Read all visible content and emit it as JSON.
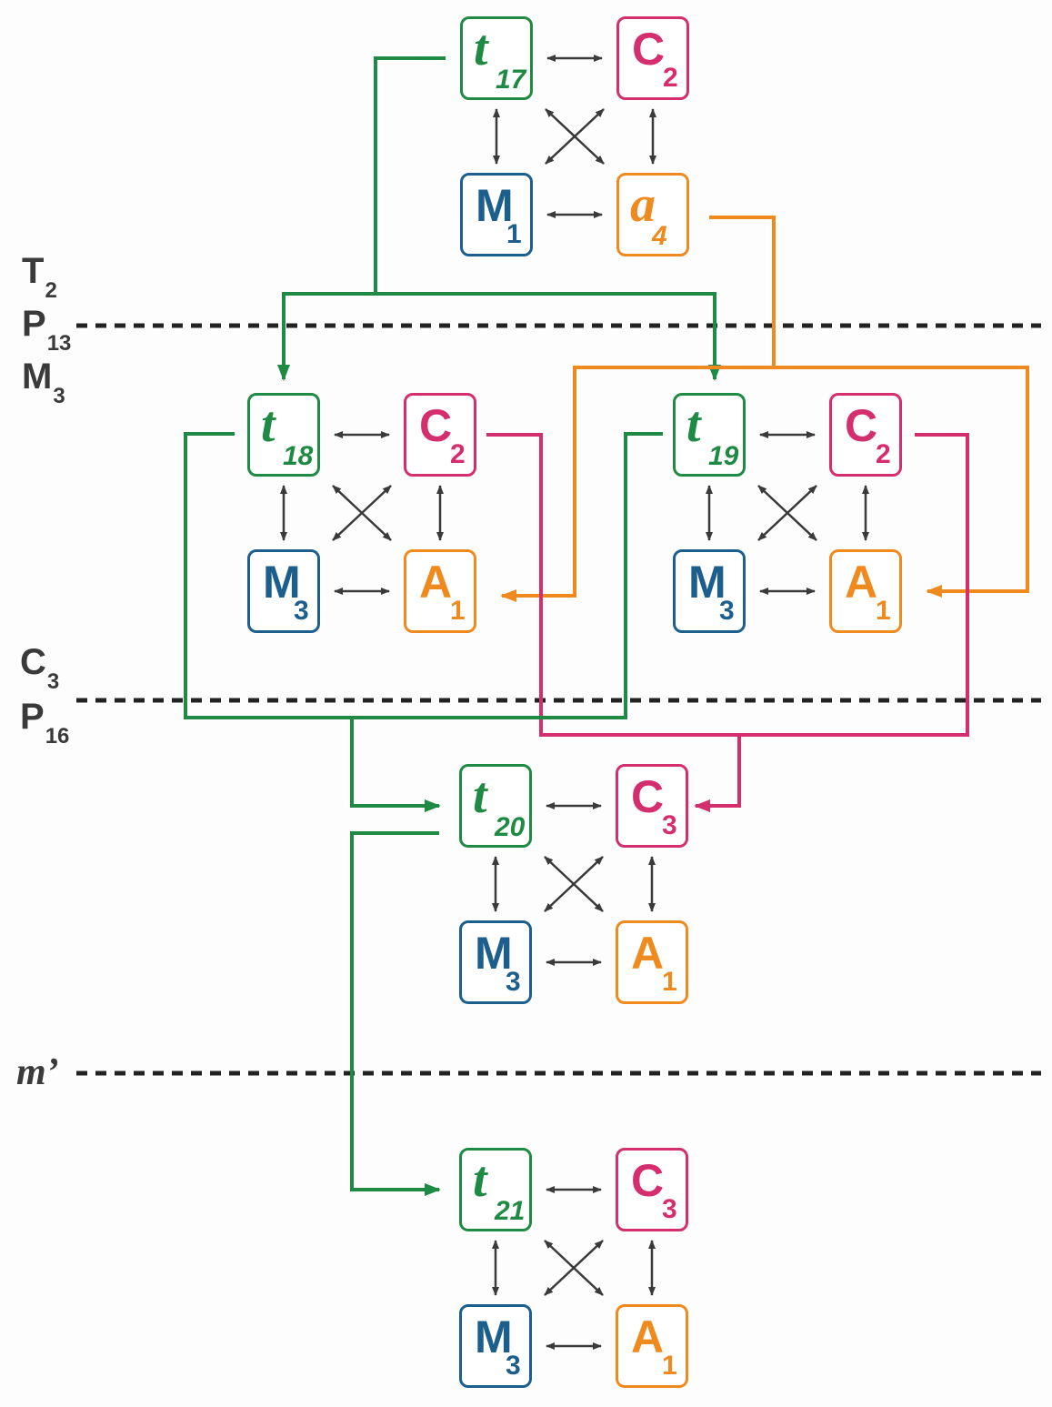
{
  "side_labels": [
    {
      "main": "T",
      "sub": "2"
    },
    {
      "main": "P",
      "sub": "13"
    },
    {
      "main": "M",
      "sub": "3"
    },
    {
      "main": "C",
      "sub": "3"
    },
    {
      "main": "P",
      "sub": "16"
    },
    {
      "main": "m’",
      "sub": ""
    }
  ],
  "groups": [
    {
      "id": "g17",
      "nodes": {
        "tl": {
          "main": "t",
          "sub": "17"
        },
        "tr": {
          "main": "C",
          "sub": "2"
        },
        "bl": {
          "main": "M",
          "sub": "1"
        },
        "br": {
          "main": "a",
          "sub": "4"
        }
      }
    },
    {
      "id": "g18",
      "nodes": {
        "tl": {
          "main": "t",
          "sub": "18"
        },
        "tr": {
          "main": "C",
          "sub": "2"
        },
        "bl": {
          "main": "M",
          "sub": "3"
        },
        "br": {
          "main": "A",
          "sub": "1"
        }
      }
    },
    {
      "id": "g19",
      "nodes": {
        "tl": {
          "main": "t",
          "sub": "19"
        },
        "tr": {
          "main": "C",
          "sub": "2"
        },
        "bl": {
          "main": "M",
          "sub": "3"
        },
        "br": {
          "main": "A",
          "sub": "1"
        }
      }
    },
    {
      "id": "g20",
      "nodes": {
        "tl": {
          "main": "t",
          "sub": "20"
        },
        "tr": {
          "main": "C",
          "sub": "3"
        },
        "bl": {
          "main": "M",
          "sub": "3"
        },
        "br": {
          "main": "A",
          "sub": "1"
        }
      }
    },
    {
      "id": "g21",
      "nodes": {
        "tl": {
          "main": "t",
          "sub": "21"
        },
        "tr": {
          "main": "C",
          "sub": "3"
        },
        "bl": {
          "main": "M",
          "sub": "3"
        },
        "br": {
          "main": "A",
          "sub": "1"
        }
      }
    }
  ],
  "colors": {
    "green": "#1f8a43",
    "pink": "#d42e6f",
    "blue": "#1d5f8c",
    "orange": "#ee8a1e",
    "arrow": "#3a3a3a",
    "dashed": "#222222"
  }
}
